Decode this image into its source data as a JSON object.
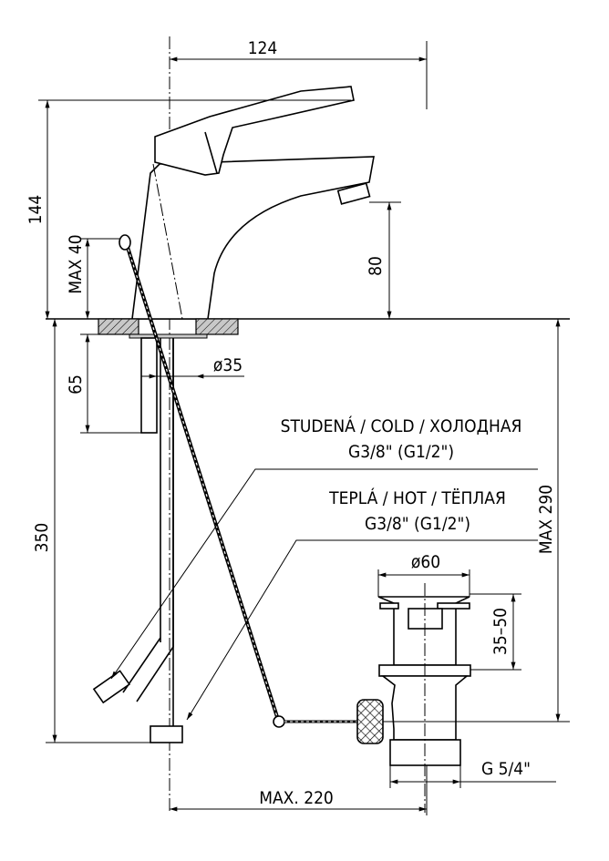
{
  "drawing": {
    "dimensions": {
      "width_top": "124",
      "height_total": "144",
      "lever_max": "MAX 40",
      "spout_height": "80",
      "shank_length": "65",
      "shank_diameter": "ø35",
      "hose_length": "350",
      "drain_max": "MAX 290",
      "drain_diameter": "ø60",
      "drain_thickness": "35–50",
      "drain_thread": "G 5/4\"",
      "rod_max": "MAX. 220"
    },
    "labels": {
      "cold_name": "STUDENÁ / COLD / ХОЛОДНАЯ",
      "cold_thread": "G3/8\" (G1/2\")",
      "hot_name": "TEPLÁ / HOT / ТЁПЛАЯ",
      "hot_thread": "G3/8\" (G1/2\")"
    }
  }
}
